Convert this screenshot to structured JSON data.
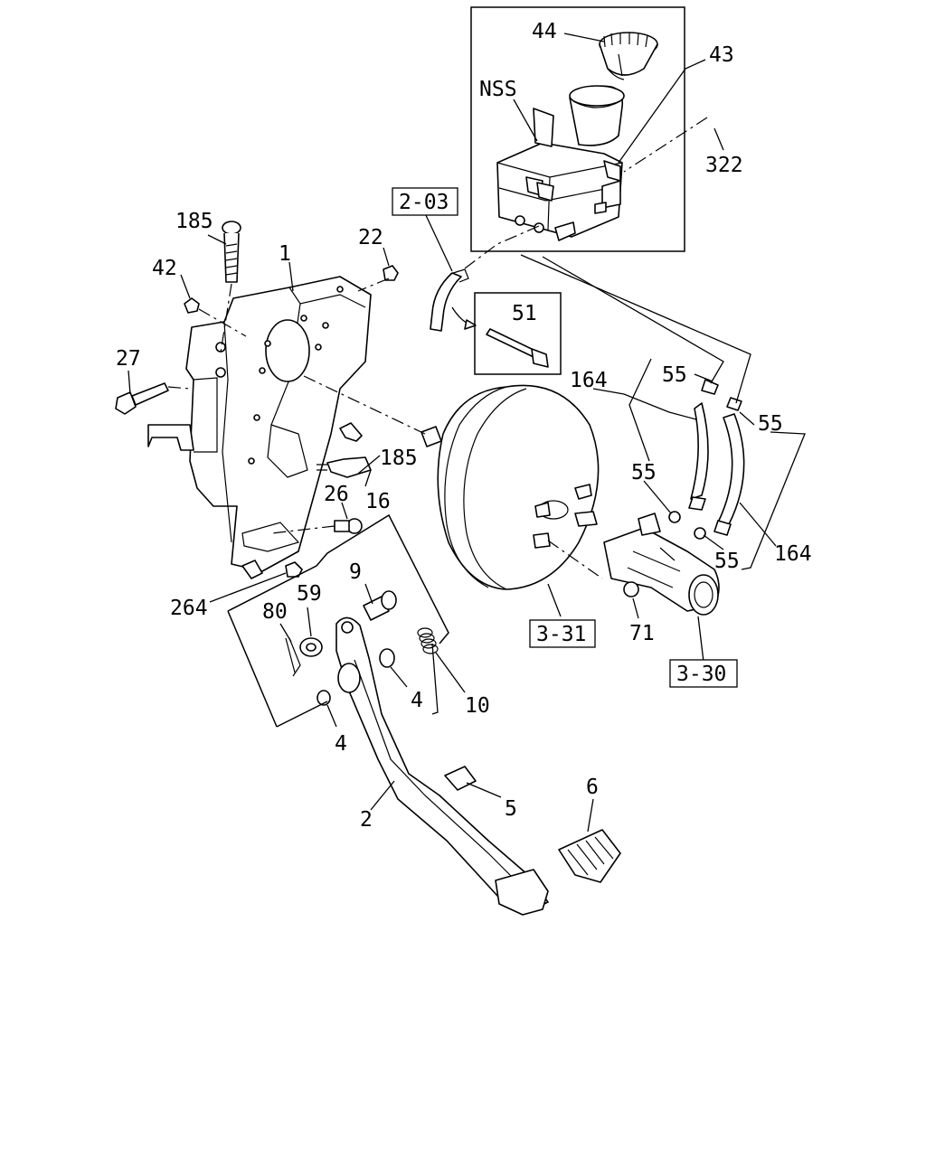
{
  "diagram": {
    "callouts": {
      "c44": "44",
      "c43": "43",
      "nss": "NSS",
      "c322": "322",
      "c185a": "185",
      "c22": "22",
      "c1": "1",
      "c42": "42",
      "c27": "27",
      "c51": "51",
      "c164a": "164",
      "c55a": "55",
      "c55b": "55",
      "c55c": "55",
      "c55d": "55",
      "c164b": "164",
      "c185b": "185",
      "c16": "16",
      "c26": "26",
      "c264": "264",
      "c9": "9",
      "c59": "59",
      "c80": "80",
      "c4a": "4",
      "c10": "10",
      "c4b": "4",
      "c71": "71",
      "c2": "2",
      "c5": "5",
      "c6": "6"
    },
    "refs": {
      "r203": "2-03",
      "r331": "3-31",
      "r330": "3-30"
    }
  }
}
